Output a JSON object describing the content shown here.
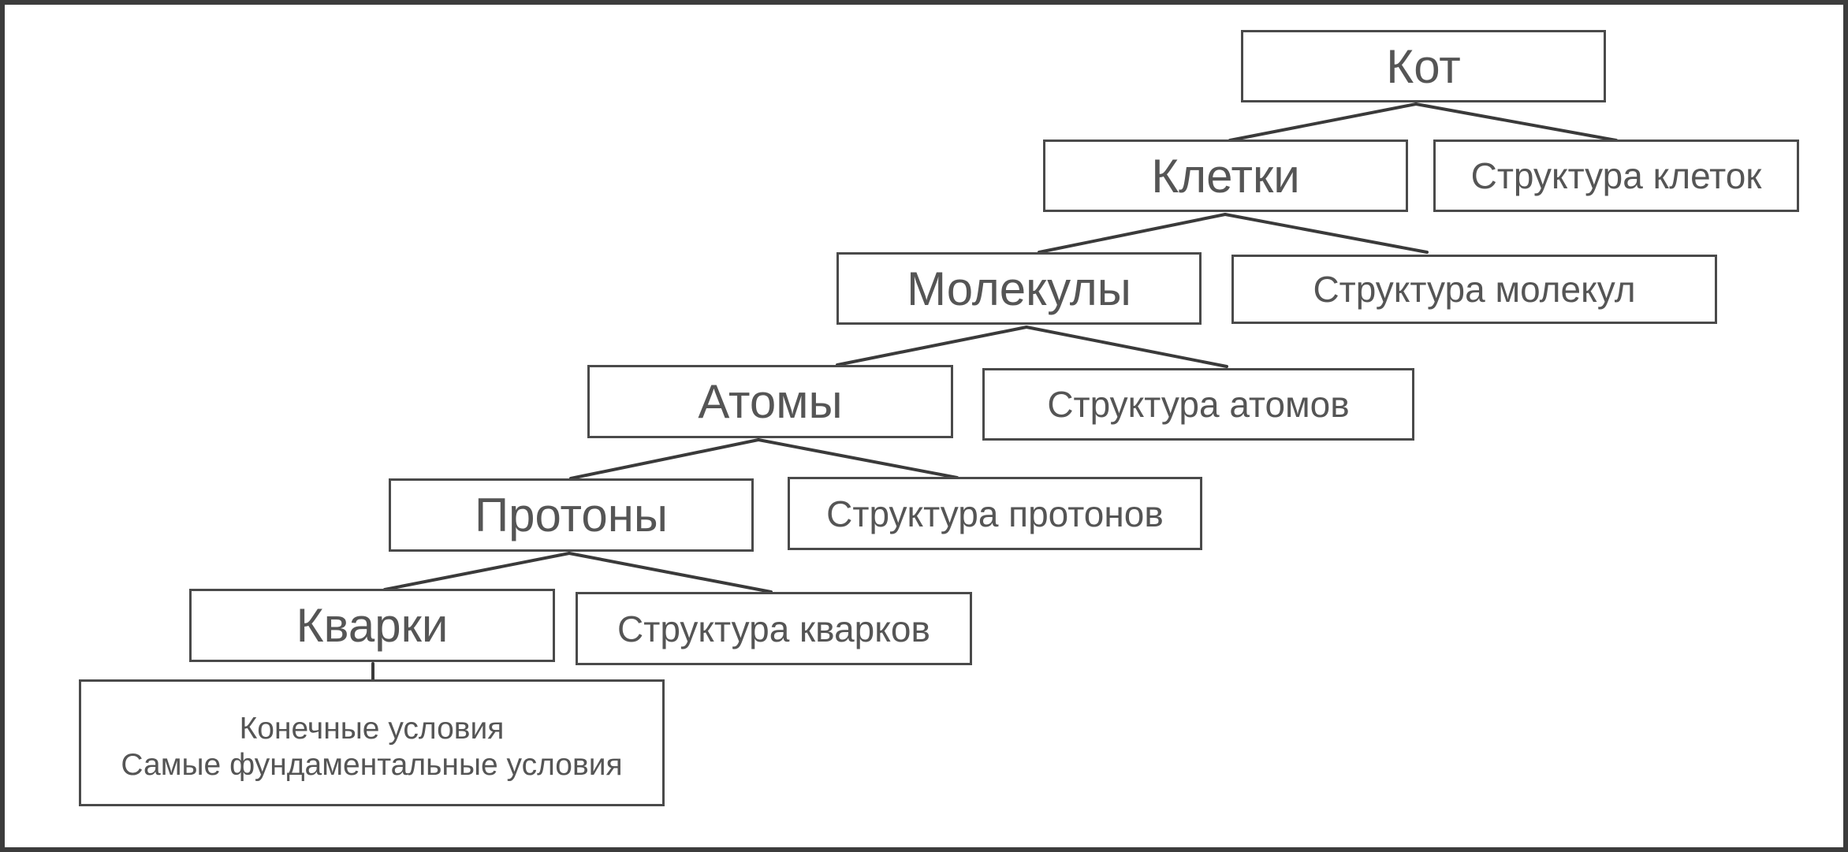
{
  "diagram": {
    "root": "Кот",
    "levels": [
      {
        "node": "Клетки",
        "structure": "Структура клеток"
      },
      {
        "node": "Молекулы",
        "structure": "Структура молекул"
      },
      {
        "node": "Атомы",
        "structure": "Структура атомов"
      },
      {
        "node": "Протоны",
        "structure": "Структура протонов"
      },
      {
        "node": "Кварки",
        "structure": "Структура кварков"
      }
    ],
    "final": {
      "line1": "Конечные условия",
      "line2": "Самые фундаментальные условия"
    }
  },
  "colors": {
    "text": "#555555",
    "border": "#4a4a4a",
    "frame": "#3c3c3c",
    "background": "#ffffff"
  }
}
